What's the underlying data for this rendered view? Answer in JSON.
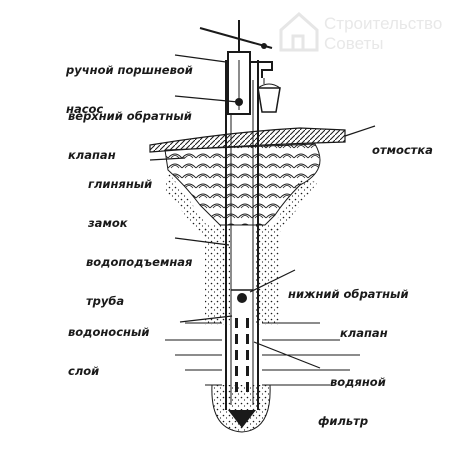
{
  "watermark": {
    "line1": "Строительство",
    "line2": "Советы"
  },
  "labels": {
    "hand_pump": [
      "ручной поршневой",
      "насос"
    ],
    "upper_check_valve": [
      "верхний обратный",
      "клапан"
    ],
    "blind_area": [
      "отмостка"
    ],
    "clay_lock": [
      "глиняный",
      "замок"
    ],
    "riser_pipe": [
      "водоподъемная",
      "труба"
    ],
    "lower_check_valve": [
      "нижний обратный",
      "клапан"
    ],
    "aquifer": [
      "водоносный",
      "слой"
    ],
    "water_filter": [
      "водяной",
      "фильтр"
    ]
  },
  "colors": {
    "ink": "#1a1a1a",
    "watermark": "#e6e6e6"
  }
}
